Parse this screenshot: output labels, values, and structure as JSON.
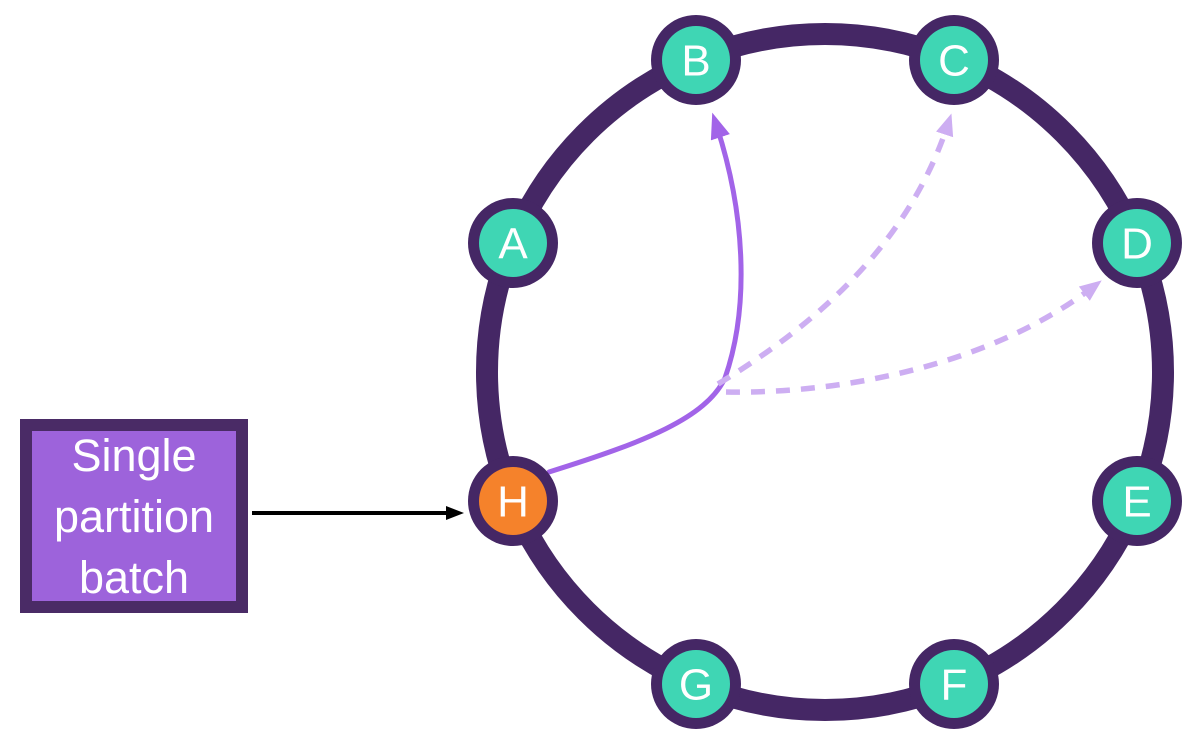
{
  "colors": {
    "background": "#ffffff",
    "ring": "#452765",
    "node-fill": "#3fd6b4",
    "node-active-fill": "#f5822b",
    "node-border": "#452765",
    "node-label": "#ffffff",
    "box-fill": "#9d63db",
    "box-border": "#4a2b66",
    "box-text": "#ffffff",
    "solid-arrow": "#a264e8",
    "dashed-arrow": "#cdaef2",
    "black-arrow": "#000000"
  },
  "box": {
    "lines": [
      "Single",
      "partition",
      "batch"
    ]
  },
  "diagram": {
    "description": "Ring of 8 partitions; single partition batch sent to H, forwarded to B (solid) and speculatively to C and D (dashed)",
    "nodes": [
      {
        "label": "A",
        "state": "normal"
      },
      {
        "label": "B",
        "state": "normal"
      },
      {
        "label": "C",
        "state": "normal"
      },
      {
        "label": "D",
        "state": "normal"
      },
      {
        "label": "E",
        "state": "normal"
      },
      {
        "label": "F",
        "state": "normal"
      },
      {
        "label": "G",
        "state": "normal"
      },
      {
        "label": "H",
        "state": "target"
      }
    ],
    "edges": [
      {
        "from": "H",
        "to": "B",
        "style": "solid"
      },
      {
        "from": "H",
        "to": "C",
        "style": "dashed"
      },
      {
        "from": "H",
        "to": "D",
        "style": "dashed"
      }
    ]
  }
}
